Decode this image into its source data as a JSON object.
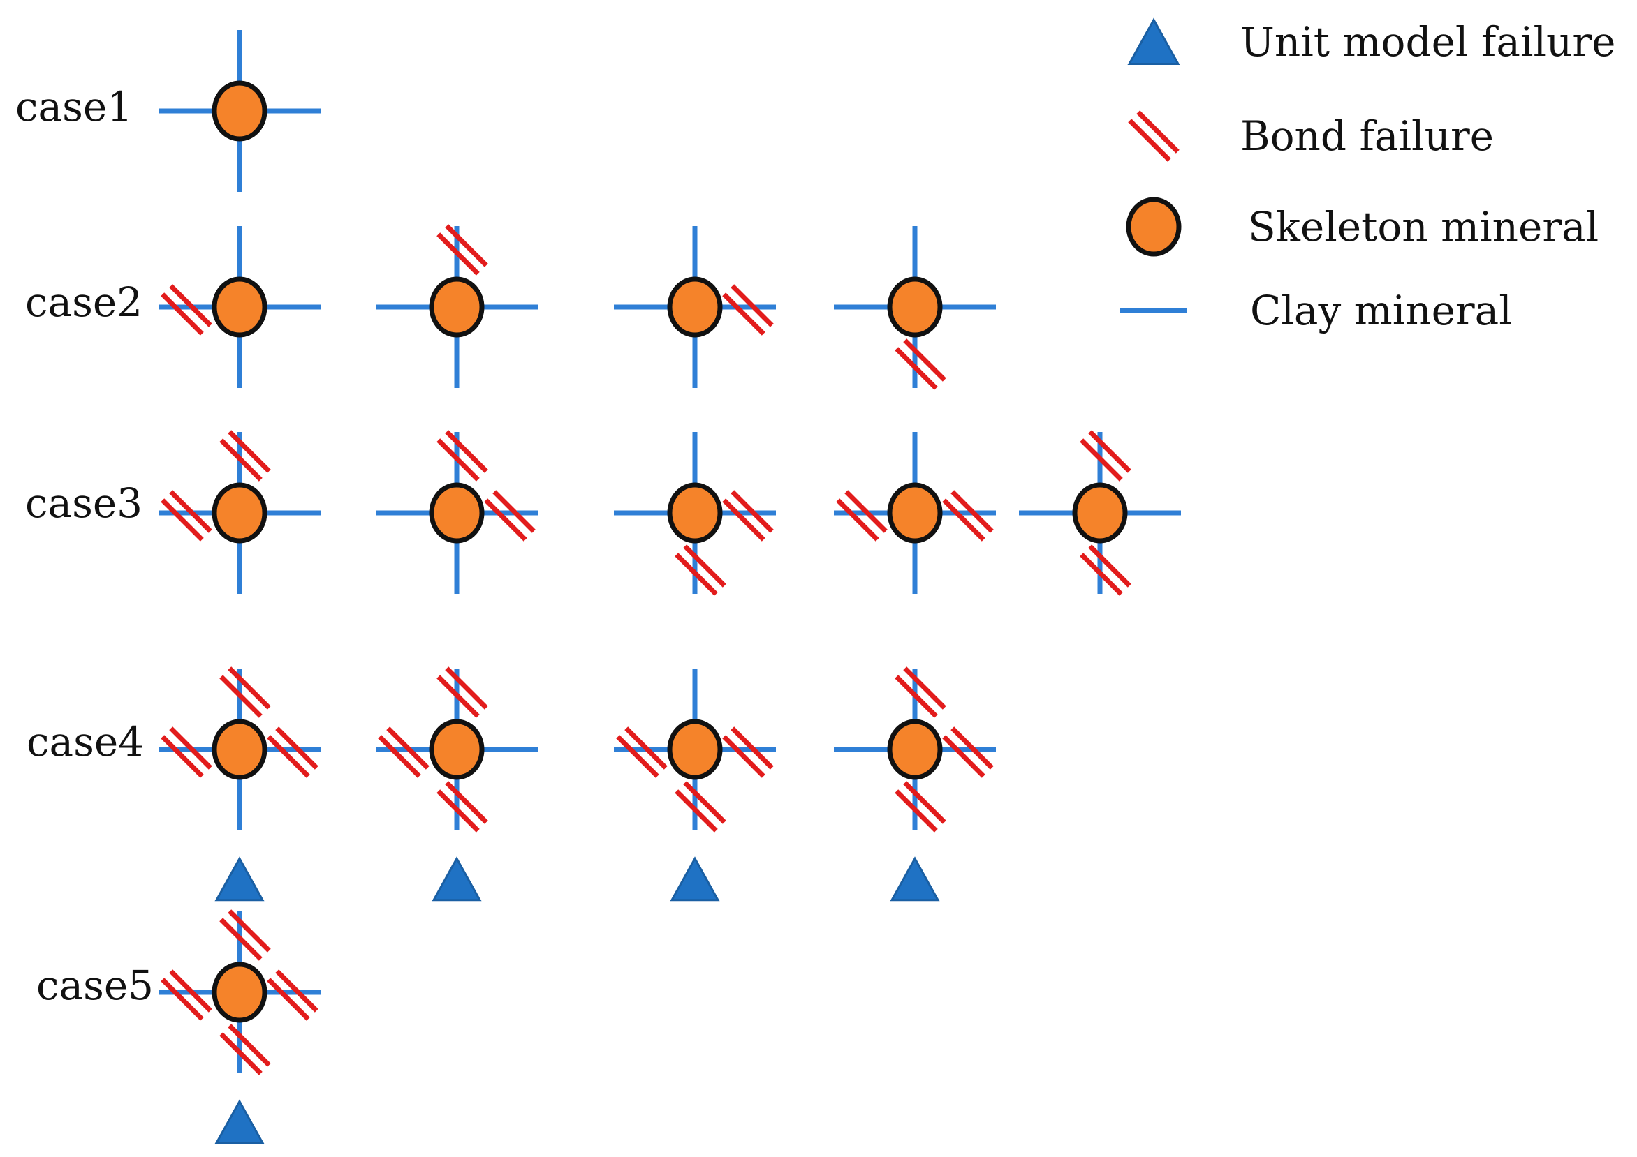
{
  "colors": {
    "clay": "#2f7fd6",
    "bond": "#e21c1c",
    "mineral_fill": "#f5832a",
    "mineral_stroke": "#111111",
    "triangle_fill": "#1f72c4",
    "triangle_stroke": "#1a5fa3",
    "text": "#111111"
  },
  "legend": [
    {
      "symbol": "triangle",
      "icon": "unit-model-failure-icon",
      "label": "Unit model failure"
    },
    {
      "symbol": "bond",
      "icon": "bond-failure-icon",
      "label": "Bond failure"
    },
    {
      "symbol": "circle",
      "icon": "skeleton-mineral-icon",
      "label": "Skeleton mineral"
    },
    {
      "symbol": "line",
      "icon": "clay-mineral-icon",
      "label": "Clay mineral"
    }
  ],
  "cases": [
    {
      "label": "case1",
      "units": [
        {
          "bonds": [],
          "unit_failure": false
        }
      ]
    },
    {
      "label": "case2",
      "units": [
        {
          "bonds": [
            "left"
          ],
          "unit_failure": false
        },
        {
          "bonds": [
            "top"
          ],
          "unit_failure": false
        },
        {
          "bonds": [
            "right"
          ],
          "unit_failure": false
        },
        {
          "bonds": [
            "bottom"
          ],
          "unit_failure": false
        }
      ]
    },
    {
      "label": "case3",
      "units": [
        {
          "bonds": [
            "left",
            "top"
          ],
          "unit_failure": false
        },
        {
          "bonds": [
            "top",
            "right"
          ],
          "unit_failure": false
        },
        {
          "bonds": [
            "right",
            "bottom"
          ],
          "unit_failure": false
        },
        {
          "bonds": [
            "left",
            "right"
          ],
          "unit_failure": false
        },
        {
          "bonds": [
            "top",
            "bottom"
          ],
          "unit_failure": false
        }
      ]
    },
    {
      "label": "case4",
      "units": [
        {
          "bonds": [
            "left",
            "top",
            "right"
          ],
          "unit_failure": true
        },
        {
          "bonds": [
            "left",
            "top",
            "bottom"
          ],
          "unit_failure": true
        },
        {
          "bonds": [
            "left",
            "right",
            "bottom"
          ],
          "unit_failure": true
        },
        {
          "bonds": [
            "top",
            "right",
            "bottom"
          ],
          "unit_failure": true
        }
      ]
    },
    {
      "label": "case5",
      "units": [
        {
          "bonds": [
            "left",
            "top",
            "right",
            "bottom"
          ],
          "unit_failure": true
        }
      ]
    }
  ]
}
